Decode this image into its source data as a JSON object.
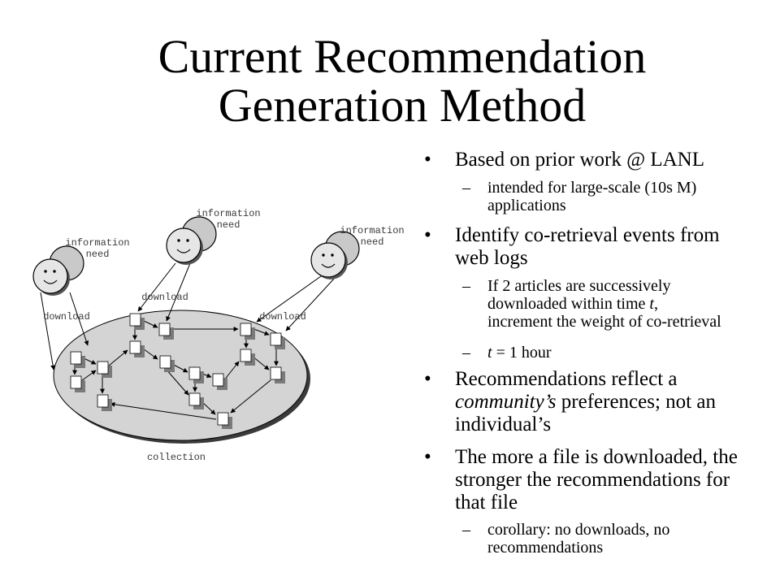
{
  "slide": {
    "title_lines": [
      "Current Recommendation",
      "Generation Method"
    ]
  },
  "diagram": {
    "faces": [
      {
        "label": [
          "information",
          "need"
        ]
      },
      {
        "label": [
          "information",
          "need"
        ]
      },
      {
        "label": [
          "information",
          "need"
        ]
      }
    ],
    "download_labels": [
      "download",
      "download",
      "download"
    ],
    "collection_label": "collection",
    "colors": {
      "collection_fill": "#d4d4d4",
      "shadow": "#3a3a3a"
    }
  },
  "bullets": [
    {
      "marker": "•",
      "lines": [
        "Based on prior work @ LANL"
      ]
    },
    {
      "marker": "–",
      "lines": [
        "intended for large-scale (10s M)",
        "applications"
      ]
    },
    {
      "marker": "•",
      "lines": [
        "Identify co-retrieval events from",
        "web logs"
      ]
    },
    {
      "marker": "–",
      "lines": [
        "If 2 articles are successively",
        {
          "before": "downloaded within time ",
          "italic": "t",
          "after": ","
        },
        "increment the weight of co-retrieval"
      ]
    },
    {
      "marker": "–",
      "lines": [
        {
          "italic": "t",
          "after": " = 1 hour"
        }
      ]
    },
    {
      "marker": "•",
      "lines": [
        "Recommendations reflect a",
        {
          "italic": "community’s",
          "after": " preferences; not an"
        },
        "individual’s"
      ]
    },
    {
      "marker": "•",
      "lines": [
        "The more a file is downloaded, the",
        "stronger the recommendations for",
        "that file"
      ]
    },
    {
      "marker": "–",
      "lines": [
        "corollary: no downloads, no",
        "recommendations"
      ]
    }
  ]
}
